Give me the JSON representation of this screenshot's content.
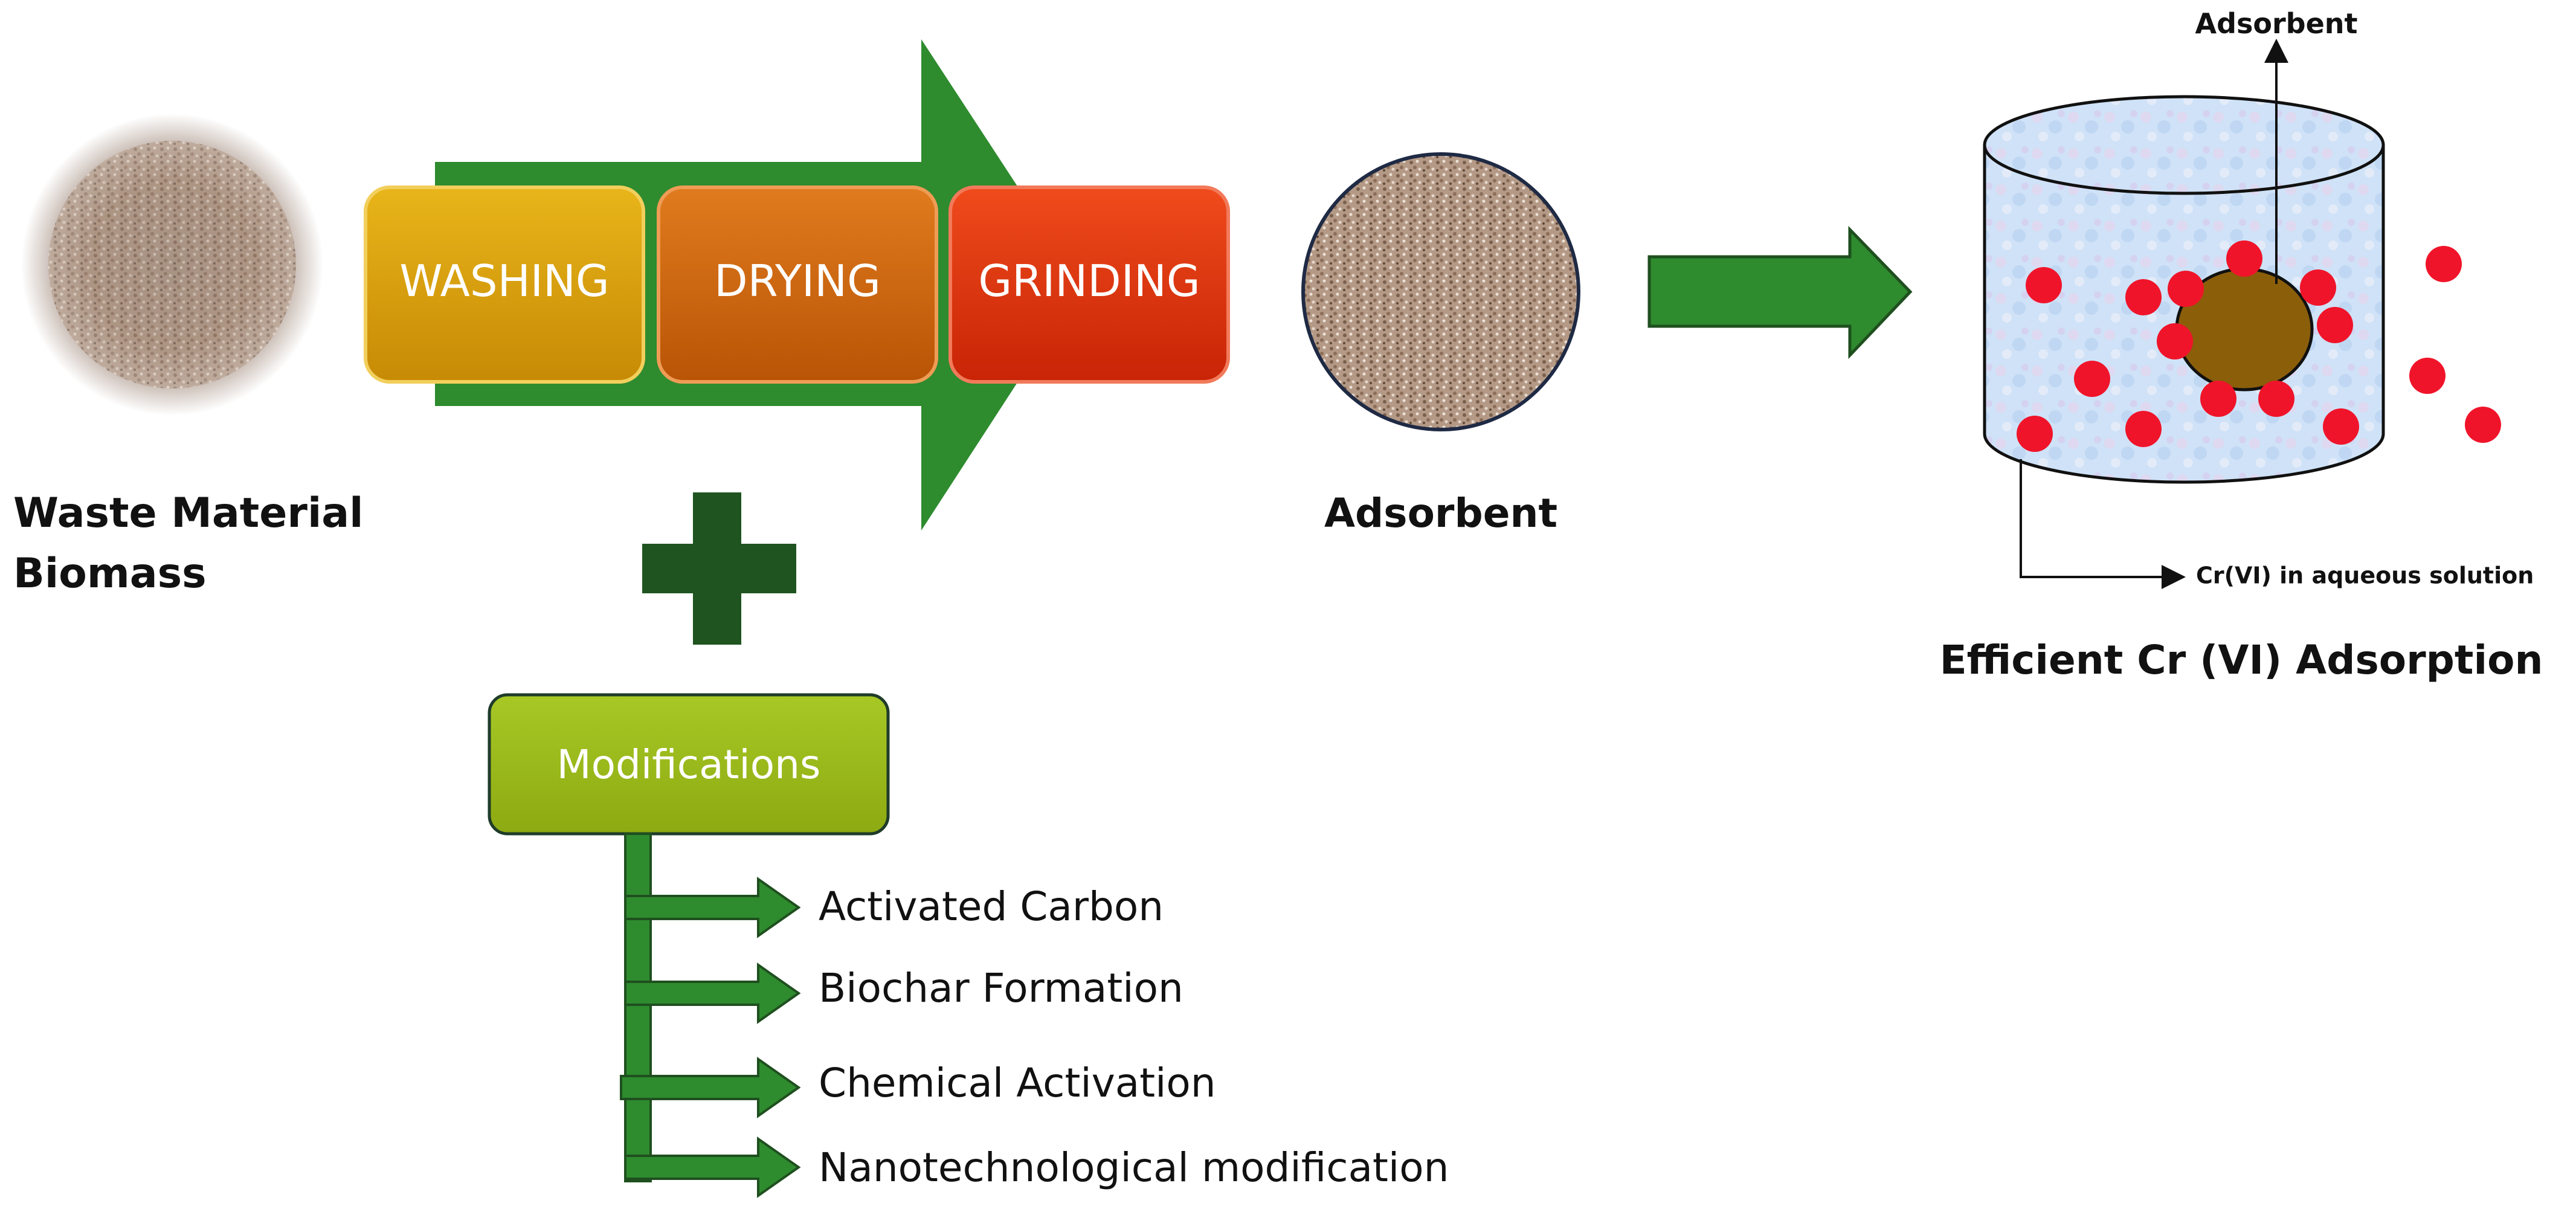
{
  "source": {
    "label_line1": "Waste Material",
    "label_line2": "Biomass"
  },
  "process_steps": [
    {
      "label": "WASHING",
      "color": "#D49A08"
    },
    {
      "label": "DRYING",
      "color": "#C8600A"
    },
    {
      "label": "GRINDING",
      "color": "#D8300A"
    }
  ],
  "product": {
    "label": "Adsorbent"
  },
  "modifications": {
    "title": "Modifications",
    "color": "#9BBA1A",
    "items": [
      "Activated Carbon",
      "Biochar Formation",
      "Chemical Activation",
      "Nanotechnological modification"
    ]
  },
  "adsorption": {
    "adsorbent_label": "Adsorbent",
    "solution_label": "Cr(VI) in aqueous solution",
    "caption": "Efficient Cr (VI) Adsorption"
  },
  "colors": {
    "arrow_green": "#2E8B2E",
    "plus_green": "#1F5420",
    "cr_ion_red": "#F0142A",
    "adsorbent_core": "#8B5E0A"
  }
}
